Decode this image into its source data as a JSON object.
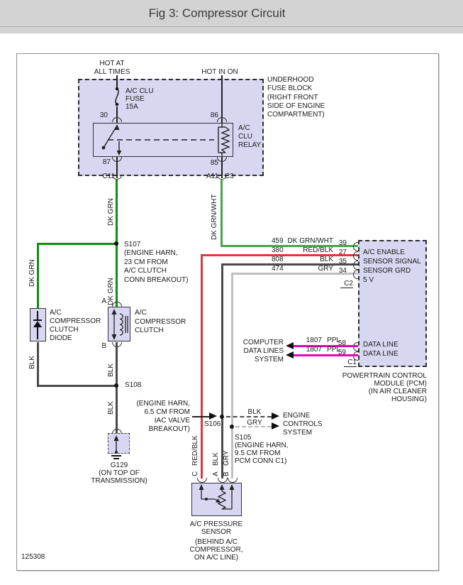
{
  "title": "Fig 3: Compressor Circuit",
  "footer_id": "125308",
  "colors": {
    "title_bar": "#d3d3d3",
    "component_fill": "#d7d7f2",
    "wire_dk_grn": "#0e8f12",
    "wire_dk_grn_wht": "#45a649",
    "wire_red_blk": "#d63a3a",
    "wire_blk": "#4a4a4a",
    "wire_gry": "#bfbfbf",
    "wire_ppl": "#ea00bc"
  },
  "power": {
    "hot_at_1": "HOT AT",
    "hot_at_2": "ALL TIMES",
    "hot_in_on": "HOT IN ON"
  },
  "fuse_block": {
    "caption": [
      "UNDERHOOD",
      "FUSE BLOCK",
      "(RIGHT FRONT",
      "SIDE OF ENGINE",
      "COMPARTMENT)"
    ],
    "fuse": [
      "A/C CLU",
      "FUSE",
      "15A"
    ],
    "relay": [
      "A/C",
      "CLU",
      "RELAY"
    ],
    "pins": {
      "p30": "30",
      "p86": "86",
      "p87": "87",
      "p85": "85"
    }
  },
  "connectors": {
    "c11": "C11",
    "a11": "A11",
    "c3": "C3",
    "c2": "C2",
    "c1": "C1"
  },
  "wires": {
    "dk_grn": "DK GRN",
    "dk_grn_wht": "DK GRN/WHT",
    "blk": "BLK",
    "gry": "GRY",
    "red_blk": "RED/BLK"
  },
  "splices": {
    "s107": [
      "S107",
      "(ENGINE HARN,",
      "23 CM FROM",
      "A/C CLUTCH",
      "CONN BREAKOUT)"
    ],
    "s108": "S108",
    "s106": "S106",
    "iac_note": [
      "(ENGINE HARN,",
      "6.5 CM FROM",
      "IAC VALVE",
      "BREAKOUT)"
    ],
    "s105": [
      "S105",
      "(ENGINE HARN,",
      "9.5 CM FROM",
      "PCM CONN C1)"
    ]
  },
  "diode": {
    "caption": [
      "A/C",
      "COMPRESSOR",
      "CLUTCH",
      "DIODE"
    ]
  },
  "clutch": {
    "caption": [
      "A/C",
      "COMPRESSOR",
      "CLUTCH"
    ],
    "pin_a": "A",
    "pin_b": "B"
  },
  "ground": {
    "caption": [
      "G129",
      "(ON TOP OF",
      "TRANSMISSION)"
    ]
  },
  "sensor": {
    "caption": [
      "A/C PRESSURE",
      "SENSOR",
      "(BEHIND A/C",
      "COMPRESSOR,",
      "ON A/C LINE)"
    ],
    "pin_c": "C",
    "pin_a": "A",
    "pin_b": "B"
  },
  "pcm": {
    "inputs": [
      "A/C ENABLE",
      "SENSOR SIGNAL",
      "SENSOR GRD",
      "5 V",
      "DATA LINE",
      "DATA LINE"
    ],
    "caption": [
      "POWERTRAIN CONTROL",
      "MODULE (PCM)",
      "(IN AIR CLEANER",
      "HOUSING)"
    ]
  },
  "circuits": [
    {
      "num": "459",
      "color": "DK GRN/WHT",
      "pin": "39"
    },
    {
      "num": "380",
      "color": "RED/BLK",
      "pin": "27"
    },
    {
      "num": "808",
      "color": "BLK",
      "pin": "35"
    },
    {
      "num": "474",
      "color": "GRY",
      "pin": "34"
    },
    {
      "num": "1807",
      "color": "PPL",
      "pin": "58"
    },
    {
      "num": "1807",
      "color": "PPL",
      "pin": "59"
    }
  ],
  "external": {
    "computer": [
      "COMPUTER",
      "DATA LINES",
      "SYSTEM"
    ],
    "engine": [
      "ENGINE",
      "CONTROLS",
      "SYSTEM"
    ],
    "branch_blk": "BLK",
    "branch_gry": "GRY"
  }
}
